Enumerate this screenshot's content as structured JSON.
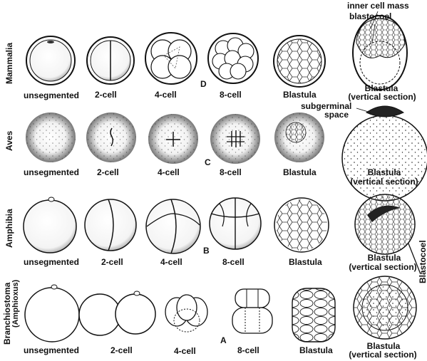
{
  "rows": [
    {
      "group": "Mammalia",
      "letter": "D",
      "stages": [
        "unsegmented",
        "2-cell",
        "4-cell",
        "8-cell",
        "Blastula"
      ],
      "section_title": "Blastula",
      "section_sub": "(vertical section)",
      "callouts": [
        "inner cell mass",
        "blastocoel"
      ]
    },
    {
      "group": "Aves",
      "letter": "C",
      "stages": [
        "unsegmented",
        "2-cell",
        "4-cell",
        "8-cell",
        "Blastula"
      ],
      "section_title": "Blastula",
      "section_sub": "(vertical section)",
      "callouts": [
        "subgerminal",
        "space"
      ]
    },
    {
      "group": "Amphibia",
      "letter": "B",
      "stages": [
        "unsegmented",
        "2-cell",
        "4-cell",
        "8-cell",
        "Blastula"
      ],
      "section_title": "Blastula",
      "section_sub": "(vertical section)",
      "callouts": [
        "Blastocoel"
      ]
    },
    {
      "group": "Branchiostoma",
      "group_sub": "(Amphioxus)",
      "letter": "A",
      "stages": [
        "unsegmented",
        "2-cell",
        "4-cell",
        "8-cell",
        "Blastula"
      ],
      "section_title": "Blastula",
      "section_sub": "(vertical section)",
      "callouts": []
    }
  ]
}
